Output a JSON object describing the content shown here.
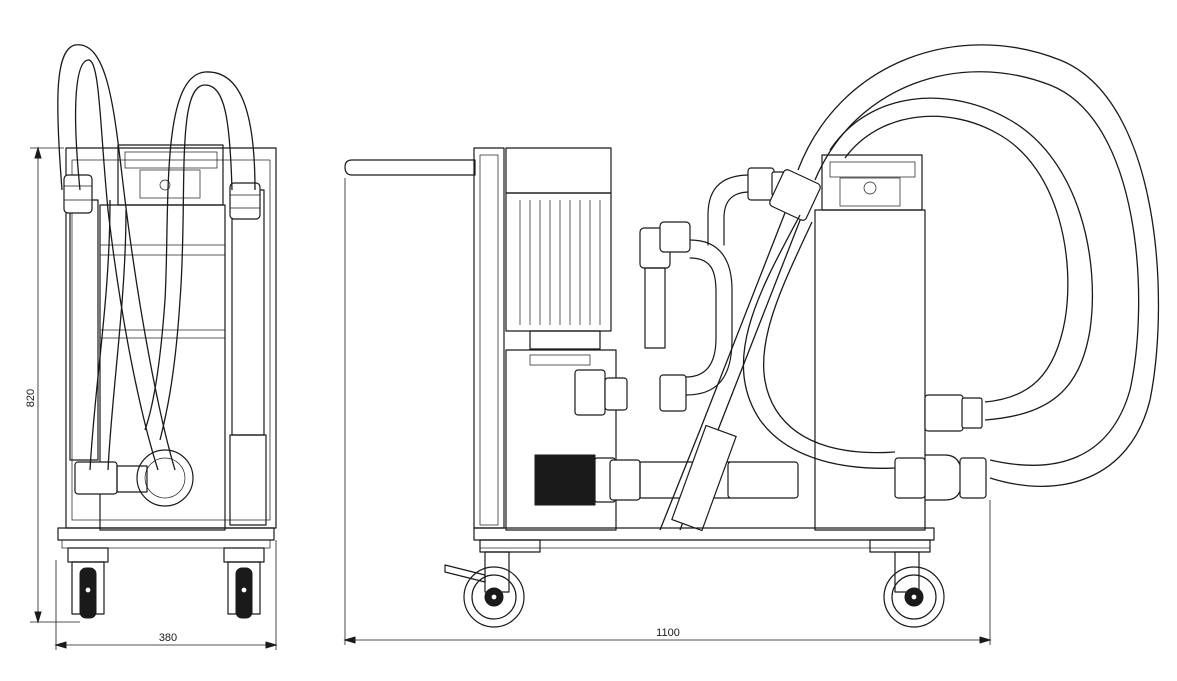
{
  "dimensions": {
    "side_height": "820",
    "side_width": "380",
    "front_length": "1100"
  },
  "colors": {
    "line": "#1a1a1a",
    "background": "#ffffff"
  }
}
